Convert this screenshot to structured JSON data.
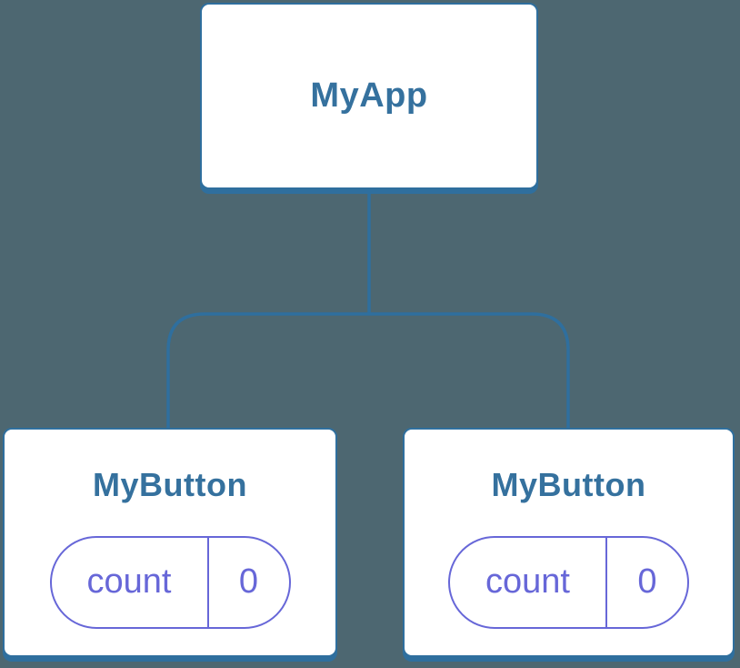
{
  "diagram": {
    "description": "Component tree: MyApp root with two MyButton children, each holding its own count state",
    "background": "#4D6771",
    "colors": {
      "card-background": "#FFFFFF",
      "card-border": "#2F6F9E",
      "connector": "#2F6F9E",
      "title-text": "#35719E",
      "state-accent": "#6767D8"
    },
    "root": {
      "label": "MyApp"
    },
    "children": [
      {
        "label": "MyButton",
        "state": {
          "key": "count",
          "value": "0"
        }
      },
      {
        "label": "MyButton",
        "state": {
          "key": "count",
          "value": "0"
        }
      }
    ]
  }
}
